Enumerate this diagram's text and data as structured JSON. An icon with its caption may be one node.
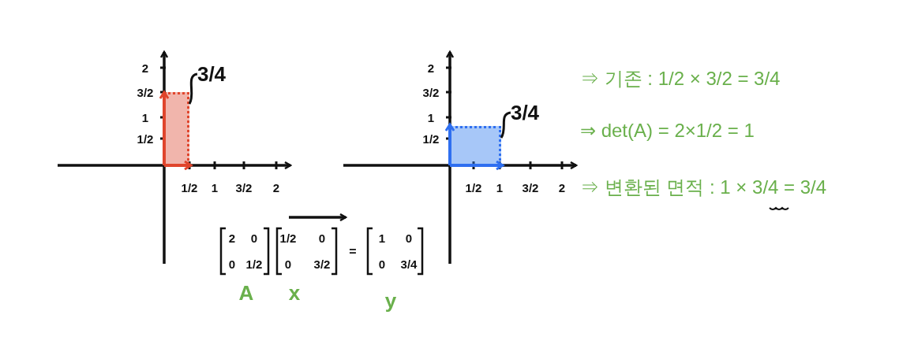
{
  "diagram": {
    "nodes": [
      {
        "text": [
          "3/4"
        ]
      },
      {
        "text": [],
        "shape": "box"
      },
      {
        "text": [
          "3/4"
        ]
      },
      {
        "text": [],
        "shape": "box"
      }
    ],
    "edges": [
      {
        "from": 0,
        "to": 1,
        "arrow": "none"
      },
      {
        "from": 2,
        "to": 3,
        "arrow": "none"
      }
    ],
    "labels": [
      "2",
      "3/2",
      "1",
      "1/2",
      "1/2",
      "1",
      "3/2",
      "2",
      "2",
      "3/2",
      "1",
      "1/2",
      "1/2",
      "1",
      "3/2",
      "2",
      "2",
      "0",
      "0",
      "1/2",
      "1/2",
      "0",
      "0",
      "3/2",
      "=",
      "1",
      "0",
      "0",
      "3/4",
      "A",
      "x",
      "y",
      "⇒ 기존 : 1/2 × 3/2 = 3/4",
      "⇒ det(A) = 2×1/2 = 1",
      "⇒ 변환된 면적 : 1 × 3/4 = 3/4"
    ]
  }
}
